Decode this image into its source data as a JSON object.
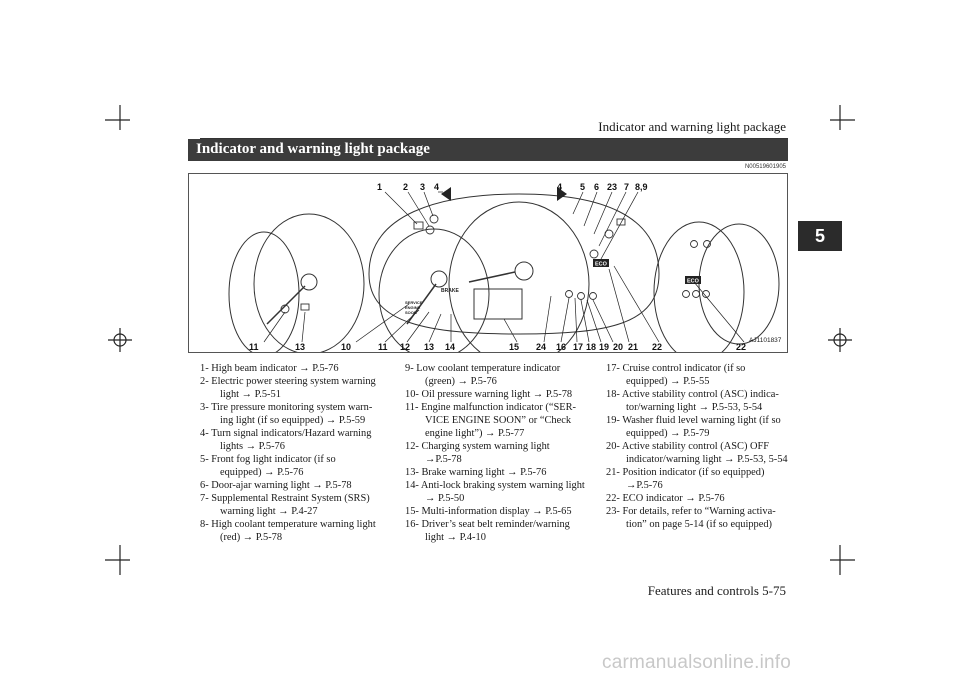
{
  "header": {
    "title": "Indicator and warning light package"
  },
  "chapter_tab": "5",
  "section": {
    "title": "Indicator and warning light package",
    "ref": "N00519601905"
  },
  "figure": {
    "image_code": "AJ1101837",
    "eco_label": "ECO",
    "brake_label": "BRAKE",
    "service_label_1": "SERVICE",
    "service_label_2": "ENGINE",
    "service_label_3": "SOON",
    "callouts_top": [
      "1",
      "2",
      "3",
      "4",
      "4",
      "5",
      "6",
      "23",
      "7",
      "8,9"
    ],
    "callouts_bottom": [
      "11",
      "13",
      "10",
      "11",
      "12",
      "13",
      "14",
      "15",
      "24",
      "16",
      "17",
      "18",
      "19",
      "20",
      "21",
      "22",
      "22"
    ]
  },
  "columns": [
    [
      [
        "1- High beam indicator → P.5-76"
      ],
      [
        "2- Electric power steering system warning",
        "light → P.5-51"
      ],
      [
        "3- Tire pressure monitoring system warn-",
        "ing light (if so equipped) → P.5-59"
      ],
      [
        "4- Turn signal indicators/Hazard warning",
        "lights → P.5-76"
      ],
      [
        "5- Front fog light indicator (if so",
        "equipped) → P.5-76"
      ],
      [
        "6- Door-ajar warning light → P.5-78"
      ],
      [
        "7- Supplemental Restraint System (SRS)",
        "warning light → P.4-27"
      ],
      [
        "8- High coolant temperature warning light",
        "(red) → P.5-78"
      ]
    ],
    [
      [
        " 9- Low coolant temperature indicator",
        "(green) → P.5-76"
      ],
      [
        "10- Oil pressure warning light → P.5-78"
      ],
      [
        "11- Engine malfunction indicator (“SER-",
        "VICE ENGINE SOON” or “Check",
        "engine light”) → P.5-77"
      ],
      [
        "12- Charging system warning light",
        "→P.5-78"
      ],
      [
        "13- Brake warning light → P.5-76"
      ],
      [
        "14- Anti-lock braking system warning light",
        "→ P.5-50"
      ],
      [
        "15- Multi-information display → P.5-65"
      ],
      [
        "16- Driver’s seat belt reminder/warning",
        "light → P.4-10"
      ]
    ],
    [
      [
        "17- Cruise control indicator (if so",
        "equipped) → P.5-55"
      ],
      [
        "18- Active stability control (ASC) indica-",
        "tor/warning light → P.5-53, 5-54"
      ],
      [
        "19- Washer fluid level warning light (if so",
        "equipped) → P.5-79"
      ],
      [
        "20- Active stability control (ASC) OFF",
        "indicator/warning light → P.5-53, 5-54"
      ],
      [
        "21- Position indicator (if so equipped)",
        "→P.5-76"
      ],
      [
        "22- ECO indicator → P.5-76"
      ],
      [
        "23- For details, refer to “Warning activa-",
        "tion” on page 5-14 (if so equipped)"
      ]
    ]
  ],
  "footer": {
    "text": "Features and controls    5-75"
  },
  "watermark": "carmanualsonline.info"
}
